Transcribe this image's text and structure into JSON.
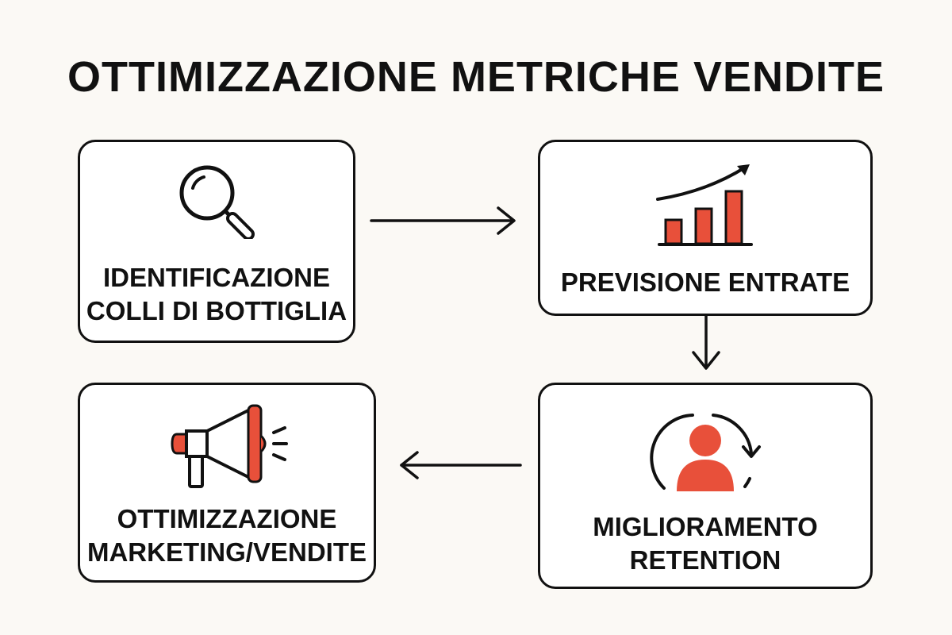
{
  "title": "OTTIMIZZAZIONE METRICHE VENDITE",
  "colors": {
    "accent": "#e8503a",
    "stroke": "#111111",
    "background": "#fbf9f5"
  },
  "steps": [
    {
      "icon": "magnifying-glass-icon",
      "lines": [
        "IDENTIFICAZIONE",
        "COLLI DI BOTTIGLIA"
      ]
    },
    {
      "icon": "rising-bar-chart-icon",
      "lines": [
        "PREVISIONE ENTRATE"
      ]
    },
    {
      "icon": "user-refresh-icon",
      "lines": [
        "MIGLIORAMENTO",
        "RETENTION"
      ]
    },
    {
      "icon": "megaphone-icon",
      "lines": [
        "OTTIMIZZAZIONE",
        "MARKETING/VENDITE"
      ]
    }
  ],
  "flow": [
    "step-1 -> step-2",
    "step-2 -> step-3",
    "step-3 -> step-4"
  ]
}
